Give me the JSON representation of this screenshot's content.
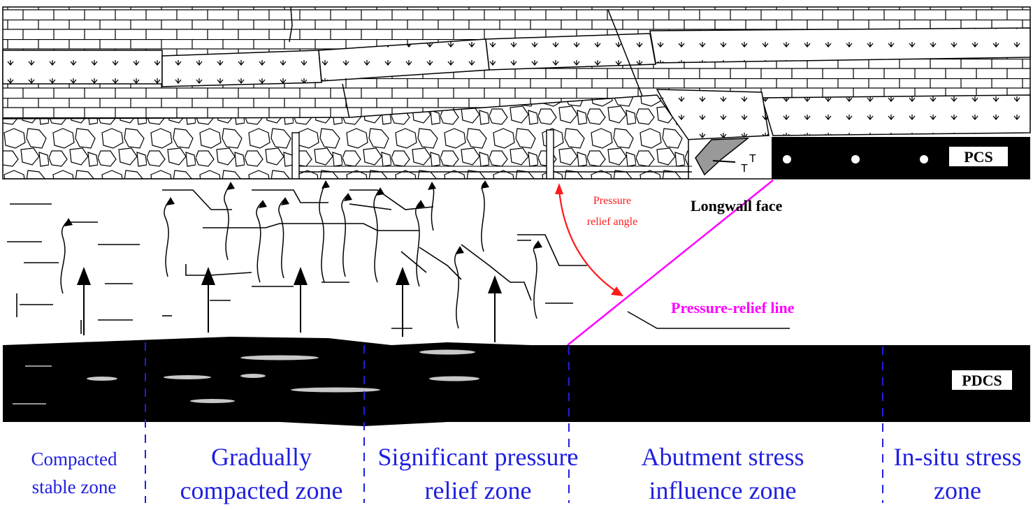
{
  "labels": {
    "pcs": "PCS",
    "pdcs": "PDCS",
    "longwall_face": "Longwall face",
    "pressure_relief_angle_line1": "Pressure",
    "pressure_relief_angle_line2": "relief angle",
    "pressure_relief_line": "Pressure-relief line"
  },
  "zones": [
    {
      "line1": "Compacted",
      "line2": "stable zone"
    },
    {
      "line1": "Gradually",
      "line2": "compacted zone"
    },
    {
      "line1": "Significant pressure",
      "line2": "relief  zone"
    },
    {
      "line1": "Abutment stress",
      "line2": "influence zone"
    },
    {
      "line1": "In-situ stress",
      "line2": "zone"
    }
  ],
  "colors": {
    "zone_text": "#1f1fe0",
    "boundary_dash": "#1f1fe0",
    "relief_line": "#ff00ff",
    "angle_arrow": "#ff1a1a",
    "coal": "#000000"
  }
}
